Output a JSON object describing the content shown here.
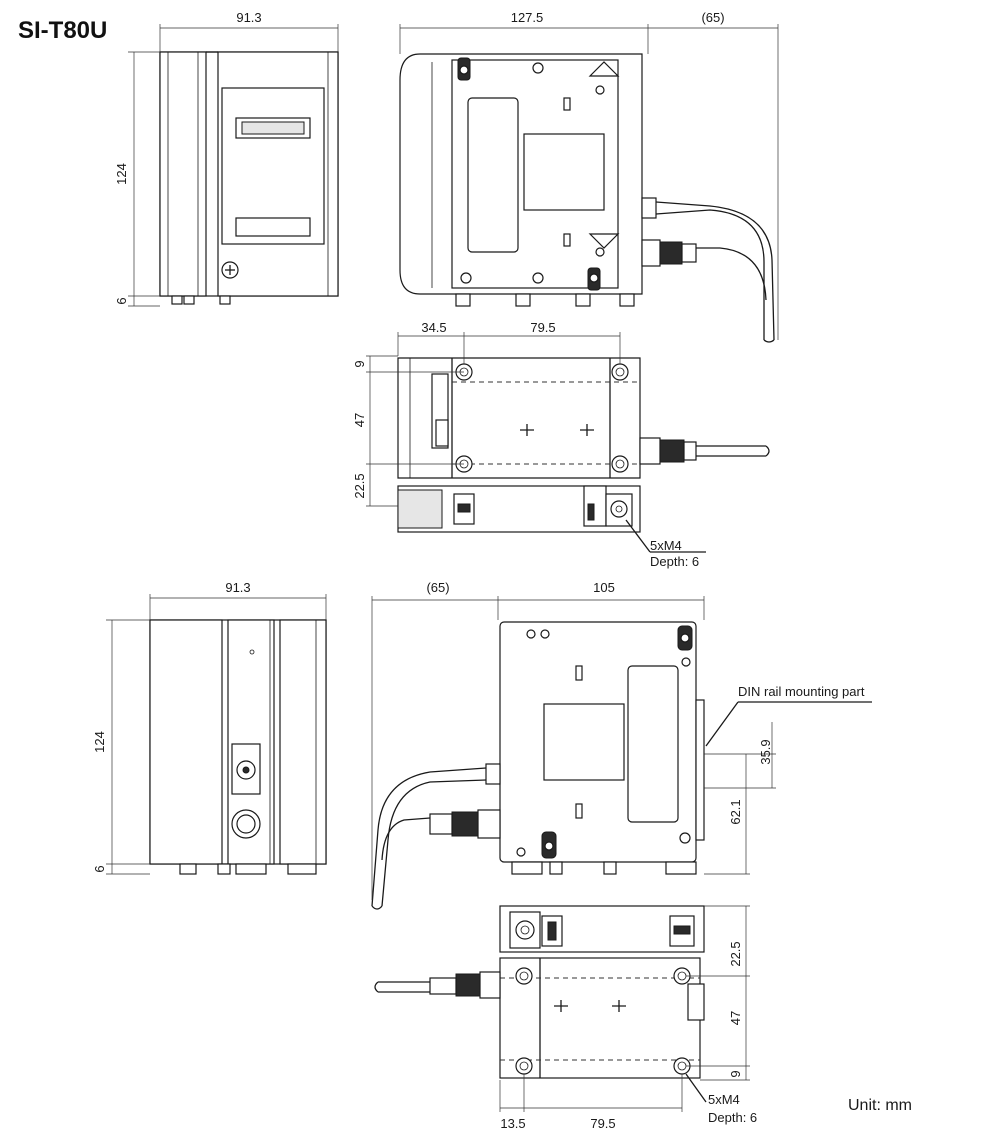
{
  "title": "SI-T80U",
  "unit": "Unit: mm",
  "dimensions": {
    "top_front_width": "91.3",
    "top_front_height": "124",
    "top_front_foot": "6",
    "top_side_width": "127.5",
    "top_side_cable": "(65)",
    "top_plan_left": "34.5",
    "top_plan_pitch": "79.5",
    "top_plan_v1": "9",
    "top_plan_v2": "47",
    "top_plan_v3": "22.5",
    "bot_front_width": "91.3",
    "bot_front_height": "124",
    "bot_front_foot": "6",
    "bot_side_cable": "(65)",
    "bot_side_width": "105",
    "bot_side_din1": "35.9",
    "bot_side_din2": "62.1",
    "bot_plan_v1": "22.5",
    "bot_plan_v2": "47",
    "bot_plan_v3": "9",
    "bot_plan_left": "13.5",
    "bot_plan_pitch": "79.5"
  },
  "notes": {
    "thread_top_1": "5xM4",
    "thread_top_2": "Depth: 6",
    "thread_bot_1": "5xM4",
    "thread_bot_2": "Depth: 6",
    "din_rail": "DIN rail mounting part"
  }
}
